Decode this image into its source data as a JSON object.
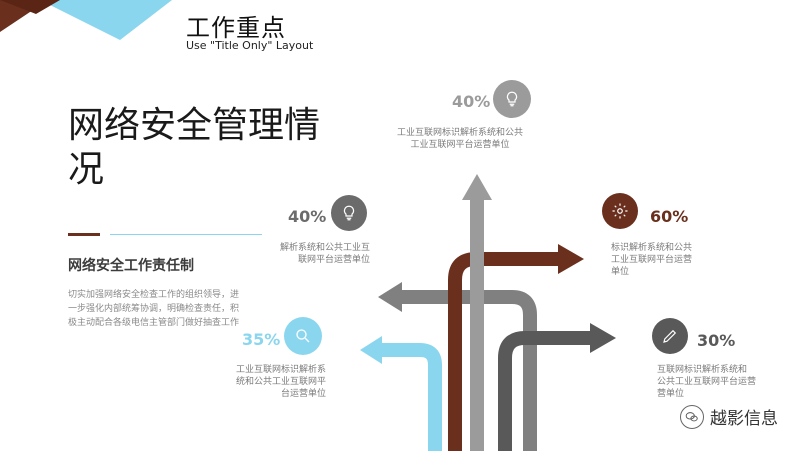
{
  "header": {
    "title": "工作重点",
    "subtitle": "Use \"Title Only\" Layout"
  },
  "left": {
    "heading": "网络安全管理情况",
    "section_title": "网络安全工作责任制",
    "section_body": "切实加强网络安全检查工作的组织领导，进一步强化内部统筹协调，明确检查责任，积极主动配合各级电信主管部门做好抽查工作"
  },
  "items": [
    {
      "id": "top",
      "percent": "40%",
      "icon": "lightbulb-icon",
      "color": "#9b9b9b",
      "text_lines": [
        "工业互联网标识解析系统和公共",
        "工业互联网平台运营单位"
      ]
    },
    {
      "id": "mid-left",
      "percent": "40%",
      "icon": "lightbulb-icon",
      "color": "#6b6b6b",
      "text_lines": [
        "解析系统和公共工业互",
        "联网平台运营单位"
      ]
    },
    {
      "id": "right-top",
      "percent": "60%",
      "icon": "gear-icon",
      "color": "#6a2f1d",
      "text_lines": [
        "标识解析系统和公共",
        "工业互联网平台运营",
        "单位"
      ]
    },
    {
      "id": "left-bottom",
      "percent": "35%",
      "icon": "search-icon",
      "color": "#8ad6ee",
      "text_lines": [
        "工业互联网标识解析系",
        "统和公共工业互联网平",
        "台运营单位"
      ]
    },
    {
      "id": "right-bottom",
      "percent": "30%",
      "icon": "pencil-icon",
      "color": "#595959",
      "text_lines": [
        "互联网标识解析系统和",
        "公共工业互联网平台运营",
        "营单位"
      ]
    }
  ],
  "watermark": {
    "text": "越影信息",
    "icon": "wechat-icon"
  },
  "colors": {
    "cyan": "#8ad6ee",
    "brown": "#6a2f1d",
    "light_gray": "#9b9b9b",
    "mid_gray": "#808080",
    "dark_gray": "#595959"
  }
}
